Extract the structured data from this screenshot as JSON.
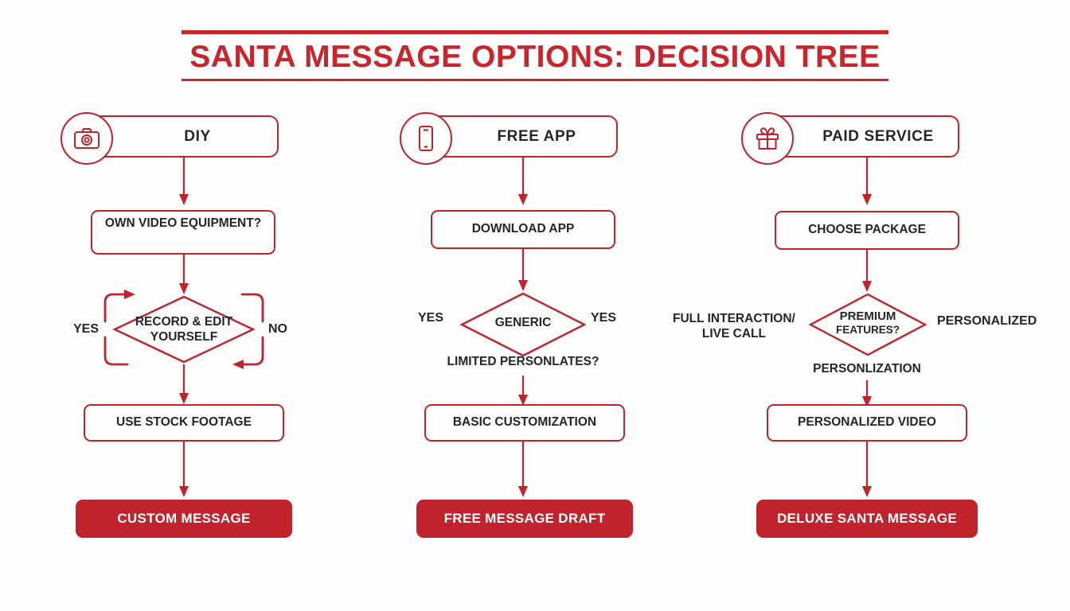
{
  "page": {
    "title": "SANTA MESSAGE OPTIONS: DECISION TREE",
    "background_color": "#fdfdfd",
    "accent_color": "#c0232b",
    "title_color": "#c8252c",
    "text_color": "#262626"
  },
  "columns": [
    {
      "id": "diy",
      "header": {
        "label": "DIY",
        "icon": "camera-icon"
      },
      "step": {
        "label": "OWN VIDEO EQUIPMENT?"
      },
      "decision": {
        "label": "RECORD & EDIT",
        "label_line2": "YOURSELF",
        "left_label": "YES",
        "right_label": "NO",
        "below_label": ""
      },
      "action": {
        "label": "USE STOCK FOOTAGE"
      },
      "result": {
        "label": "CUSTOM MESSAGE"
      }
    },
    {
      "id": "free-app",
      "header": {
        "label": "FREE APP",
        "icon": "smartphone-icon"
      },
      "step": {
        "label": "DOWNLOAD APP"
      },
      "decision": {
        "label": "GENERIC",
        "label_line2": "",
        "left_label": "YES",
        "right_label": "YES",
        "below_label": "LIMITED PERSONLATES?"
      },
      "action": {
        "label": "BASIC CUSTOMIZATION"
      },
      "result": {
        "label": "FREE MESSAGE DRAFT"
      }
    },
    {
      "id": "paid-service",
      "header": {
        "label": "PAID SERVICE",
        "icon": "gift-icon"
      },
      "step": {
        "label": "CHOOSE PACKAGE"
      },
      "decision": {
        "label": "PREMIUM",
        "label_line2": "FEATURES?",
        "left_label": "FULL INTERACTION/",
        "left_label_line2": "LIVE CALL",
        "right_label": "PERSONALIZED",
        "below_label": "PERSONLIZATION"
      },
      "action": {
        "label": "PERSONALIZED VIDEO"
      },
      "result": {
        "label": "DELUXE SANTA MESSAGE"
      }
    }
  ]
}
